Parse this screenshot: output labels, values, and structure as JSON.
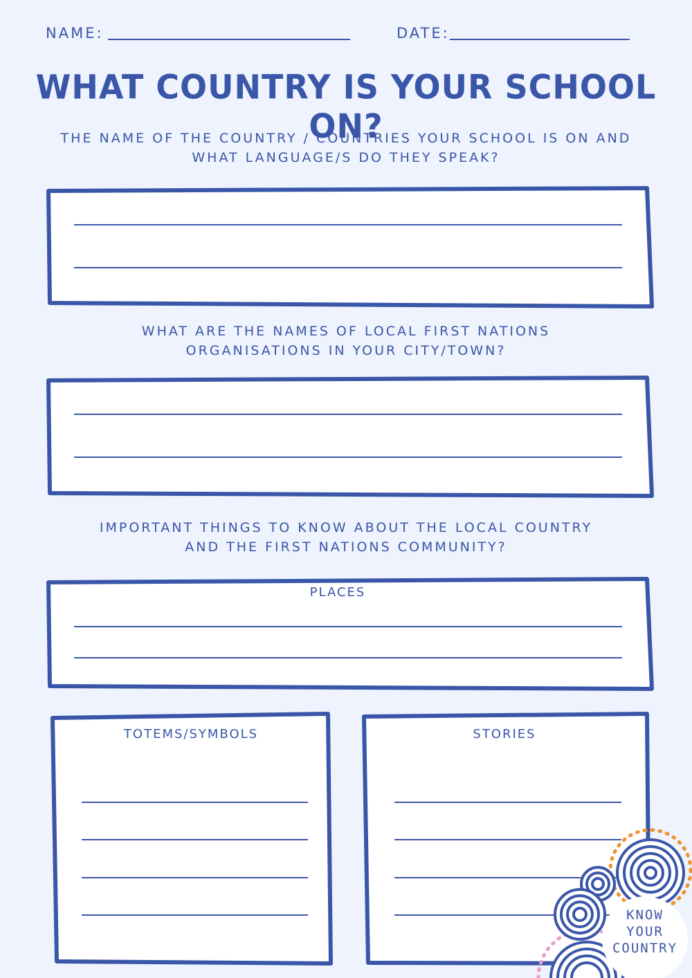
{
  "header": {
    "name_label": "NAME:",
    "date_label": "DATE:"
  },
  "title": "WHAT COUNTRY IS YOUR SCHOOL ON?",
  "sections": {
    "country": {
      "prompt_line1": "THE NAME OF THE COUNTRY / COUNTRIES YOUR SCHOOL IS ON AND",
      "prompt_line2": "WHAT LANGUAGE/S DO THEY SPEAK?"
    },
    "organisations": {
      "prompt_line1": "WHAT ARE THE NAMES OF LOCAL FIRST NATIONS",
      "prompt_line2": "ORGANISATIONS IN YOUR CITY/TOWN?"
    },
    "important": {
      "prompt_line1": "IMPORTANT THINGS TO KNOW ABOUT THE LOCAL COUNTRY",
      "prompt_line2": "AND THE FIRST NATIONS COMMUNITY?"
    }
  },
  "boxes": {
    "places": "PLACES",
    "totems": "TOTEMS/SYMBOLS",
    "stories": "STORIES"
  },
  "logo": {
    "line1": "KNOW",
    "line2": "YOUR",
    "line3": "COUNTRY"
  },
  "colors": {
    "ink": "#3a56a8",
    "background": "#eef3fd",
    "box_fill": "#ffffff",
    "accent_orange": "#f0922e",
    "accent_pink": "#e89cc9"
  }
}
